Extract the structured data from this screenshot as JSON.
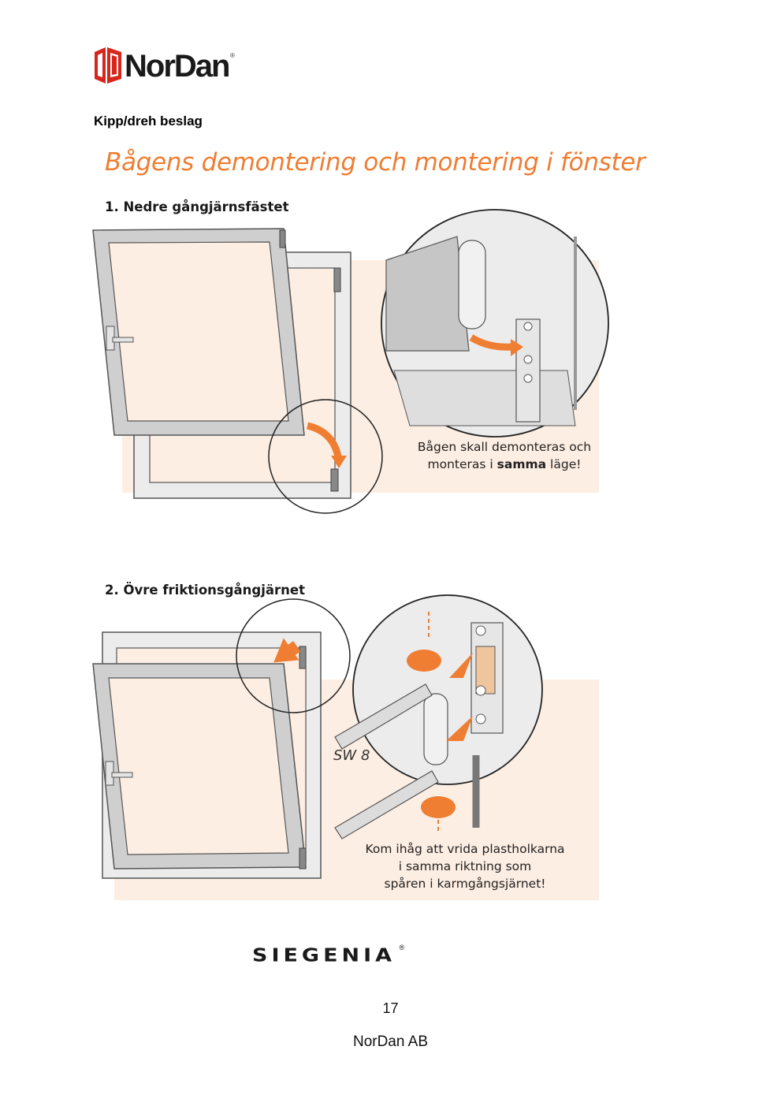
{
  "brand": {
    "name": "NorDan",
    "registered": "®",
    "color": "#d8251b"
  },
  "section_heading": "Kipp/dreh beslag",
  "illustration": {
    "title": "Bågens demontering och montering i fönster",
    "accent_color": "#ef7d32",
    "step1": {
      "title": "1. Nedre gångjärnsfästet",
      "note_line1": "Bågen skall demonteras och",
      "note_line2_pre": "monteras i ",
      "note_line2_bold": "samma",
      "note_line2_post": " läge!"
    },
    "step2": {
      "title": "2. Övre friktionsgångjärnet",
      "tool_label": "SW 8",
      "note_line1": "Kom ihåg att vrida plastholkarna",
      "note_line2": "i samma riktning som",
      "note_line3": "spåren i karmgångsjärnet!"
    }
  },
  "partner_logo": {
    "name": "SIEGENIA",
    "registered": "®"
  },
  "page_number": "17",
  "footer": "NorDan AB"
}
